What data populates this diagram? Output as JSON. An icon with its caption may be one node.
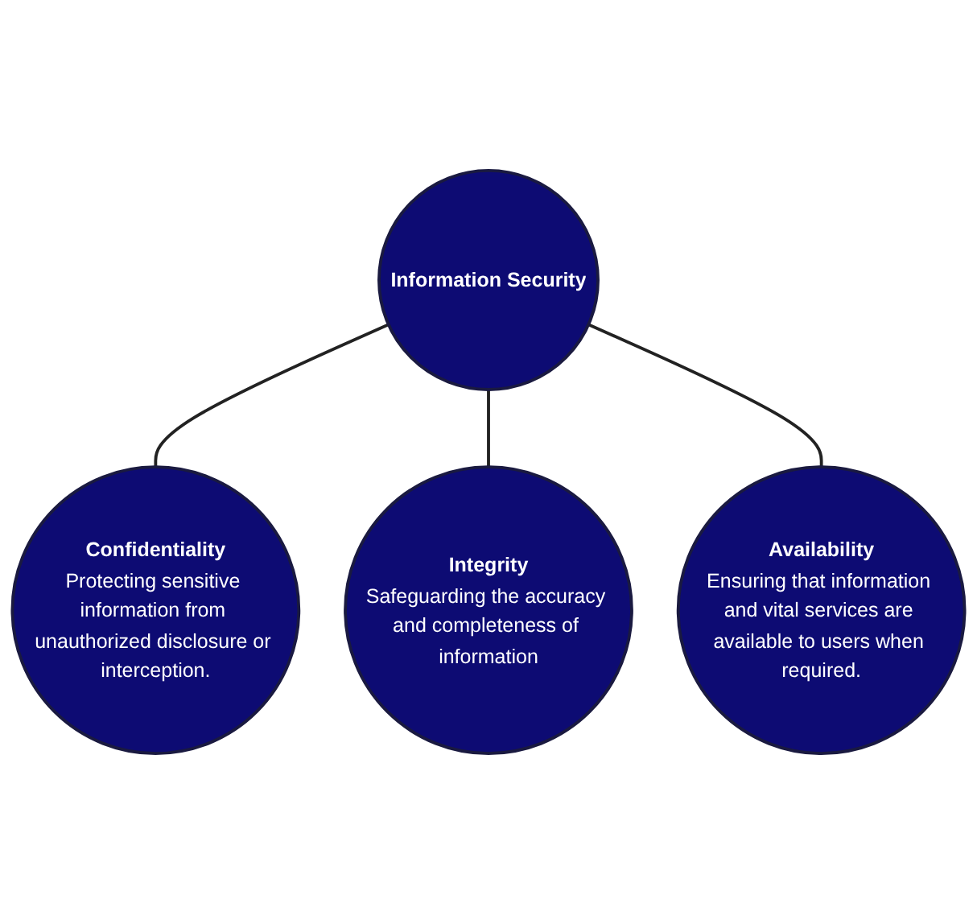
{
  "diagram": {
    "nodes": [
      {
        "text": [
          "Information Security"
        ]
      },
      {
        "text": [
          "Confidentiality",
          "Protecting sensitive information from unauthorized disclosure or interception."
        ]
      },
      {
        "text": [
          "Integrity",
          "Safeguarding the accuracy and completeness of information"
        ]
      },
      {
        "text": [
          "Availability",
          "Ensuring that information and vital services are available to users when required."
        ]
      }
    ],
    "edges": [
      {
        "from": 0,
        "to": 1,
        "arrow": "none"
      },
      {
        "from": 0,
        "to": 2,
        "arrow": "none"
      },
      {
        "from": 0,
        "to": 3,
        "arrow": "none"
      }
    ]
  }
}
